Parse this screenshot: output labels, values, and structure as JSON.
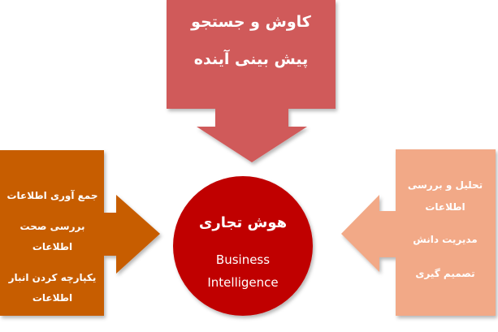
{
  "colors": {
    "top_block": "#d05a5a",
    "left_block": "#c75d06",
    "right_block": "#f2a987",
    "center_circle": "#c00000",
    "text": "#ffffff"
  },
  "top_block": {
    "lines": [
      "کاوش و جستجو",
      "پیش بینی آینده"
    ]
  },
  "left_block": {
    "lines": [
      "جمع آوری اطلاعات",
      "بررسی صحت",
      "اطلاعات",
      "یکپارچه کردن انبار",
      "اطلاعات"
    ]
  },
  "right_block": {
    "lines": [
      "تحلیل و بررسی",
      "اطلاعات",
      "مدیریت دانش",
      "تصمیم گیری"
    ]
  },
  "center": {
    "title_fa": "هوش تجاری",
    "title_en_line1": "Business",
    "title_en_line2": "Intelligence"
  }
}
